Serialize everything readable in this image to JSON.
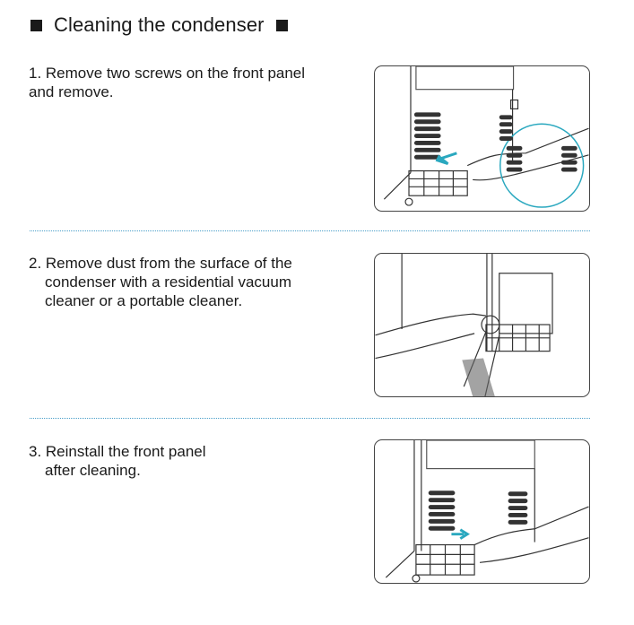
{
  "title": "Cleaning the condenser",
  "steps": [
    {
      "lines": [
        "1. Remove two screws on the front panel",
        "and remove."
      ]
    },
    {
      "lines": [
        "2. Remove dust from the surface of the",
        "condenser with a residential vacuum",
        "cleaner or a portable cleaner."
      ]
    },
    {
      "lines": [
        "3. Reinstall the front panel",
        "after cleaning."
      ]
    }
  ],
  "colors": {
    "accent": "#2aa8bf",
    "divider": "#4a9fc9",
    "line": "#333333"
  },
  "icons": [
    "square-bullet-icon",
    "arrow-icon",
    "magnify-circle-icon"
  ]
}
